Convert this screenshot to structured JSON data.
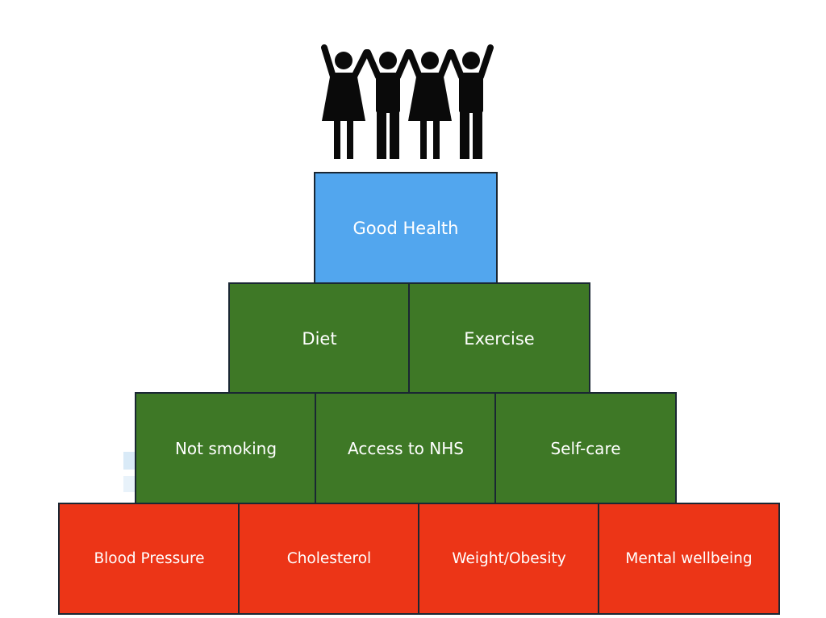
{
  "colors": {
    "top": "#52a6ee",
    "middle": "#3e7826",
    "bottom": "#ec3517",
    "border": "#1a2733",
    "figures": "#0a0a0a"
  },
  "icon": "people-celebrating-icon",
  "pyramid": {
    "top": {
      "label": "Good Health"
    },
    "level2": [
      {
        "label": "Diet"
      },
      {
        "label": "Exercise"
      }
    ],
    "level3": [
      {
        "label": "Not smoking"
      },
      {
        "label": "Access to NHS"
      },
      {
        "label": "Self-care"
      }
    ],
    "base": [
      {
        "label": "Blood Pressure"
      },
      {
        "label": "Cholesterol"
      },
      {
        "label": "Weight/Obesity"
      },
      {
        "label": "Mental wellbeing"
      }
    ]
  }
}
